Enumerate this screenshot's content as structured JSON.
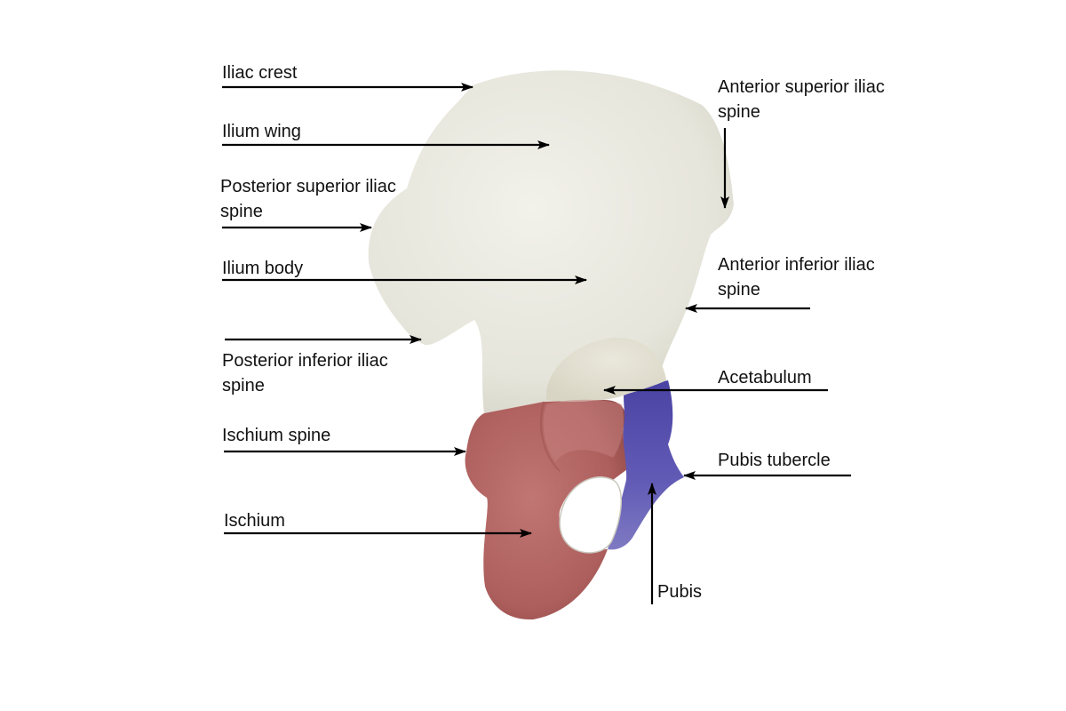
{
  "colors": {
    "ilium": "#e9e8df",
    "ischium": "#b0615f",
    "pubis": "#5f58b0",
    "arrow": "#000000",
    "text": "#111111"
  },
  "labels": {
    "iliac_crest": "Iliac crest",
    "ilium_wing": "Ilium wing",
    "posterior_superior_iliac_spine": "Posterior superior iliac spine",
    "ilium_body": "Ilium body",
    "posterior_inferior_iliac_spine": "Posterior inferior iliac spine",
    "ischium_spine": "Ischium spine",
    "ischium": "Ischium",
    "anterior_superior_iliac_spine": "Anterior superior iliac spine",
    "anterior_inferior_iliac_spine": "Anterior inferior iliac spine",
    "acetabulum": "Acetabulum",
    "pubis_tubercle": "Pubis tubercle",
    "pubis": "Pubis"
  }
}
